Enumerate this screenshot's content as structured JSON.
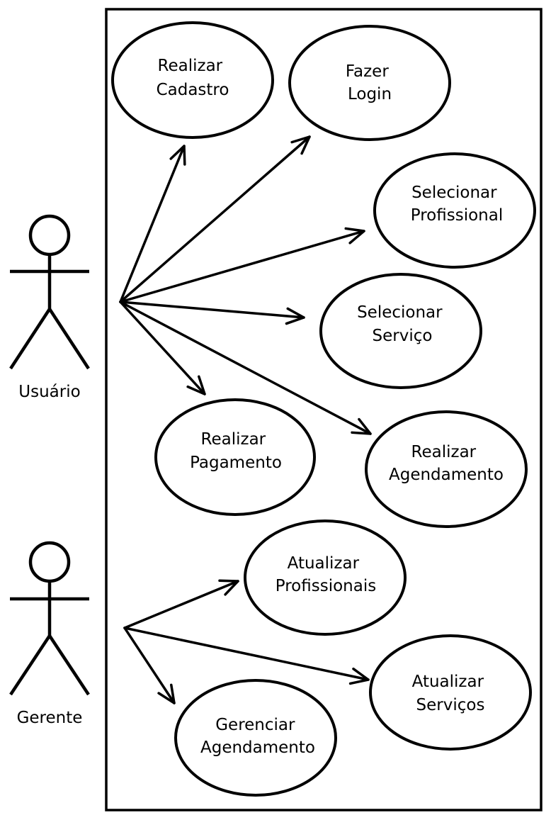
{
  "colors": {
    "stroke": "#000000",
    "fill": "#ffffff"
  },
  "actors": [
    {
      "id": "usuario",
      "label": "Usuário"
    },
    {
      "id": "gerente",
      "label": "Gerente"
    }
  ],
  "use_cases": [
    {
      "id": "realizar-cadastro",
      "lines": [
        "Realizar",
        "Cadastro"
      ]
    },
    {
      "id": "fazer-login",
      "lines": [
        "Fazer",
        "Login"
      ]
    },
    {
      "id": "selecionar-profissional",
      "lines": [
        "Selecionar",
        "Profissional"
      ]
    },
    {
      "id": "selecionar-servico",
      "lines": [
        "Selecionar",
        "Serviço"
      ]
    },
    {
      "id": "realizar-pagamento",
      "lines": [
        "Realizar",
        "Pagamento"
      ]
    },
    {
      "id": "realizar-agendamento",
      "lines": [
        "Realizar",
        "Agendamento"
      ]
    },
    {
      "id": "atualizar-profissionais",
      "lines": [
        "Atualizar",
        "Profissionais"
      ]
    },
    {
      "id": "atualizar-servicos",
      "lines": [
        "Atualizar",
        "Serviços"
      ]
    },
    {
      "id": "gerenciar-agendamento",
      "lines": [
        "Gerenciar",
        "Agendamento"
      ]
    }
  ],
  "associations": [
    {
      "from": "usuario",
      "to": "realizar-cadastro"
    },
    {
      "from": "usuario",
      "to": "fazer-login"
    },
    {
      "from": "usuario",
      "to": "selecionar-profissional"
    },
    {
      "from": "usuario",
      "to": "selecionar-servico"
    },
    {
      "from": "usuario",
      "to": "realizar-pagamento"
    },
    {
      "from": "usuario",
      "to": "realizar-agendamento"
    },
    {
      "from": "gerente",
      "to": "atualizar-profissionais"
    },
    {
      "from": "gerente",
      "to": "atualizar-servicos"
    },
    {
      "from": "gerente",
      "to": "gerenciar-agendamento"
    }
  ]
}
